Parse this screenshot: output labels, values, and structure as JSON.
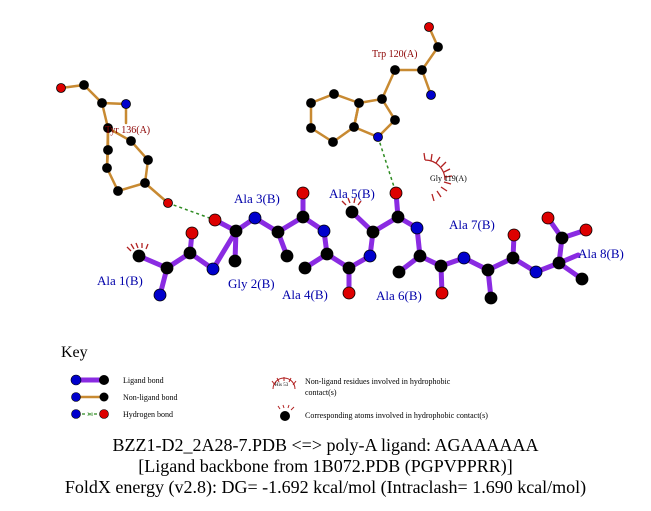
{
  "colors": {
    "ligand_bond": "#8a2be2",
    "nonligand_bond": "#c88a32",
    "hbond": "#2e8b22",
    "carbon": "#000000",
    "nitrogen": "#0000cc",
    "oxygen": "#dd0000",
    "ligand_label": "#0000aa",
    "residue_label": "#8b0000",
    "hydrophobic": "#b22222",
    "text": "#000000"
  },
  "ligand_residues": [
    "Ala 1(B)",
    "Gly 2(B)",
    "Ala 3(B)",
    "Ala 4(B)",
    "Ala 5(B)",
    "Ala 6(B)",
    "Ala 7(B)",
    "Ala 8(B)"
  ],
  "protein_residues": [
    "Tyr 136(A)",
    "Trp 120(A)"
  ],
  "hydrophobic_residues": [
    "Gly 119(A)"
  ],
  "key": {
    "title": "Key",
    "ligand_bond": "Ligand bond",
    "nonligand_bond": "Non-ligand bond",
    "hydrogen_bond": "Hydrogen bond",
    "hydrophobic_sample": "His 53",
    "hydrophobic_line1": "Non-ligand residues involved in hydrophobic",
    "hydrophobic_line2": "contact(s)",
    "hbond_length": "3.0",
    "corresponding": "Corresponding atoms involved in hydrophobic contact(s)"
  },
  "caption": {
    "line1": "BZZ1-D2_2A28-7.PDB <=> poly-A ligand: AGAAAAAA",
    "line2": "[Ligand backbone from 1B072.PDB (PGPVPPRR)]",
    "line3": "FoldX energy (v2.8): DG= -1.692 kcal/mol (Intraclash= 1.690 kcal/mol)"
  }
}
